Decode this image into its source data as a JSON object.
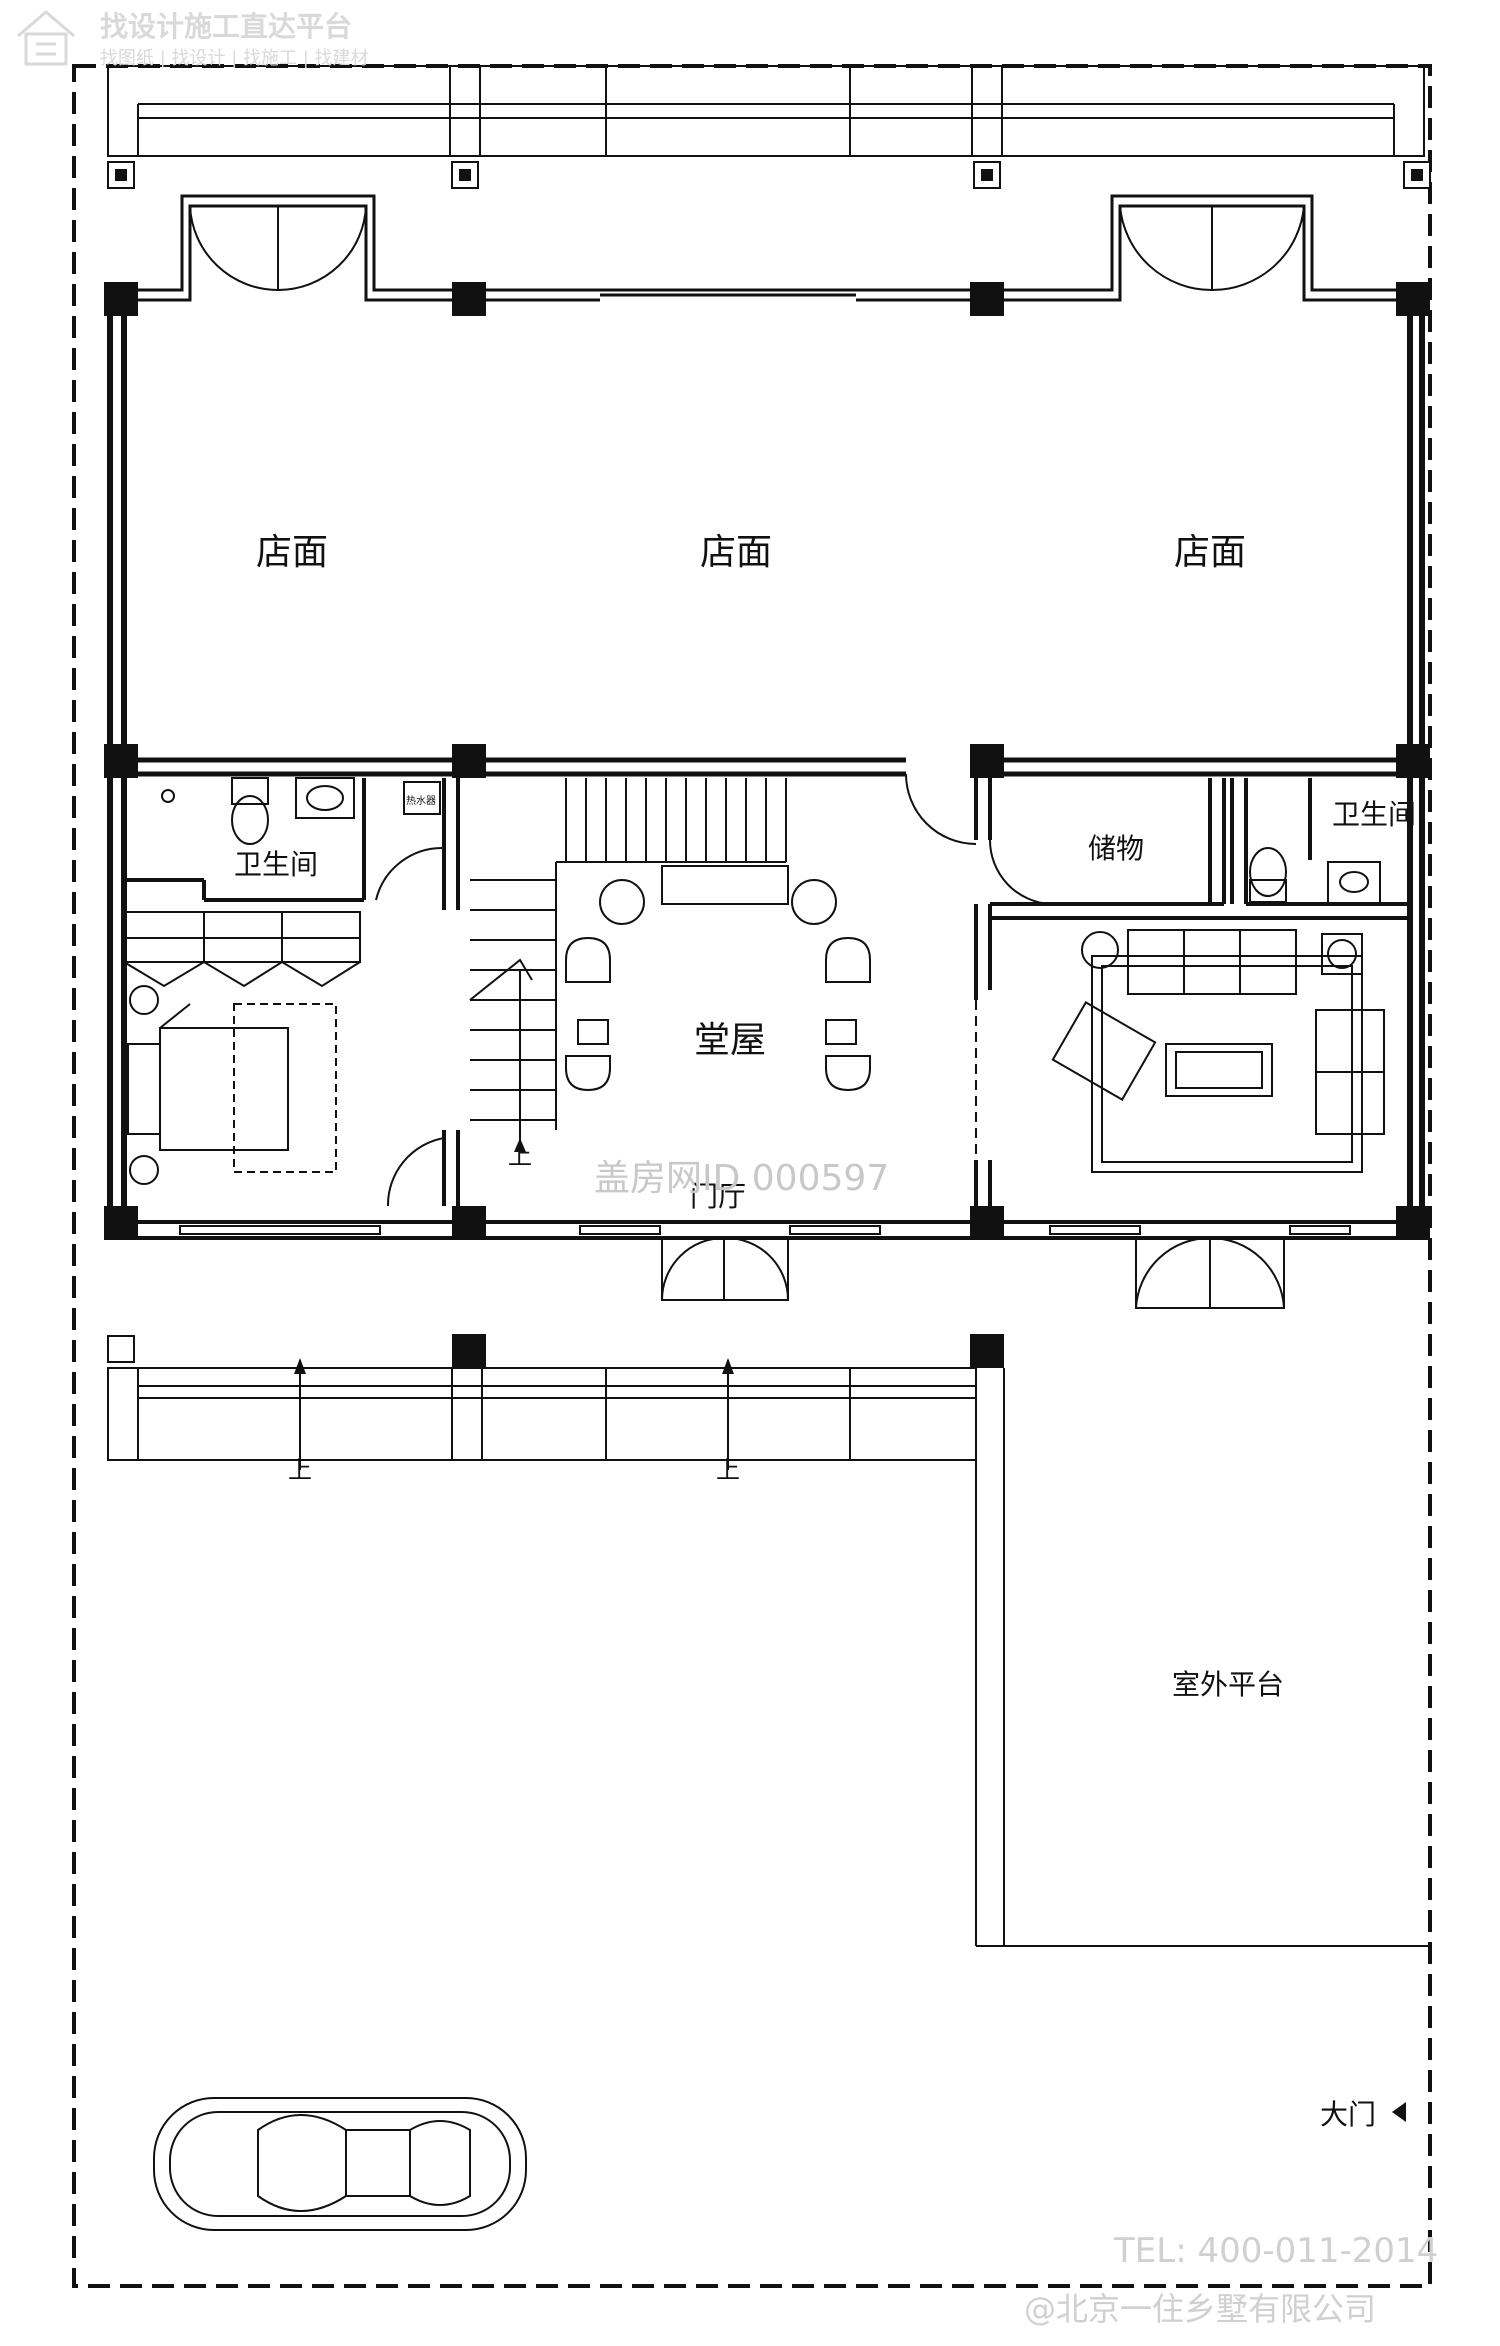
{
  "watermark": {
    "title": "找设计施工直达平台",
    "subtitle": "找图纸 | 找设计 | 找施工 | 找建材",
    "center": "盖房网ID 000597",
    "phone": "TEL: 400-011-2014",
    "company": "@北京一住乡墅有限公司"
  },
  "rooms": {
    "shop_left": "店面",
    "shop_middle": "店面",
    "shop_right": "店面",
    "bathroom_left": "卫生间",
    "bathroom_right": "卫生间",
    "storage": "储物",
    "main_hall": "堂屋",
    "entrance_hall": "门厅",
    "outdoor_platform": "室外平台",
    "main_gate": "大门"
  },
  "stairs": {
    "up_label": "上",
    "steps_up_label_left": "上",
    "steps_up_label_right": "上"
  },
  "fixtures": {
    "water_heater_label": "热水器"
  },
  "colors": {
    "line": "#111111",
    "column": "#111111",
    "background": "#ffffff",
    "watermark": "#d9d9d9"
  }
}
